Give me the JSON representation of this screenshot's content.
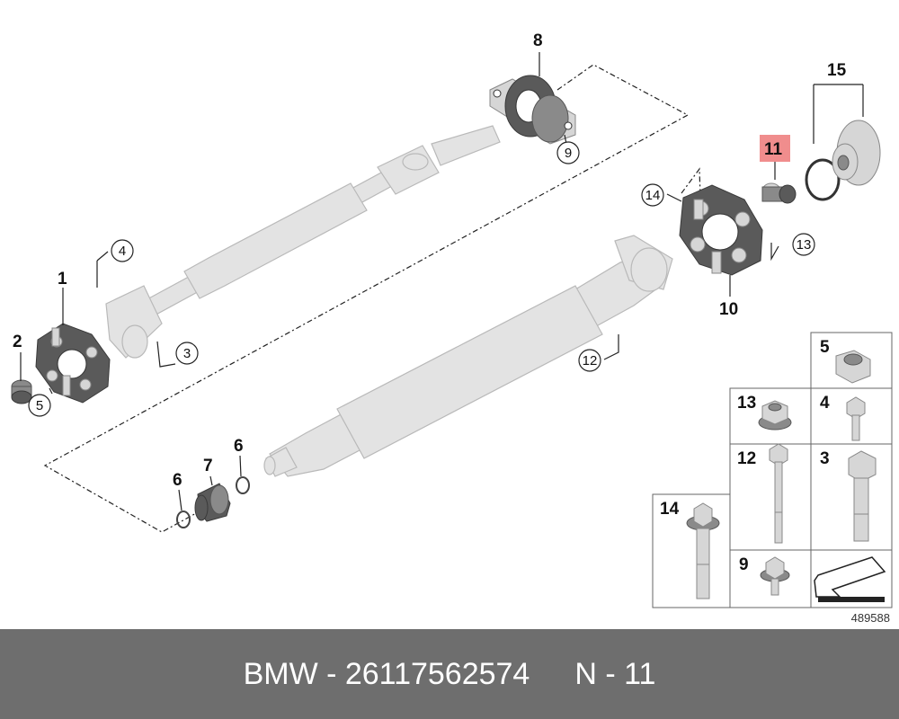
{
  "callouts": {
    "c1": "1",
    "c2": "2",
    "c3": "3",
    "c4": "4",
    "c5": "5",
    "c6a": "6",
    "c6b": "6",
    "c7": "7",
    "c8": "8",
    "c9": "9",
    "c10": "10",
    "c11": "11",
    "c12": "12",
    "c13": "13",
    "c14": "14",
    "c15": "15"
  },
  "fastener_grid": {
    "cell5": "5",
    "cell13": "13",
    "cell4": "4",
    "cell12": "12",
    "cell3": "3",
    "cell14": "14",
    "cell9": "9"
  },
  "drawing_number": "489588",
  "highlight_color": "#f08d8d",
  "footer": {
    "left": "BMW - 26117562574",
    "right": "N - 11"
  }
}
